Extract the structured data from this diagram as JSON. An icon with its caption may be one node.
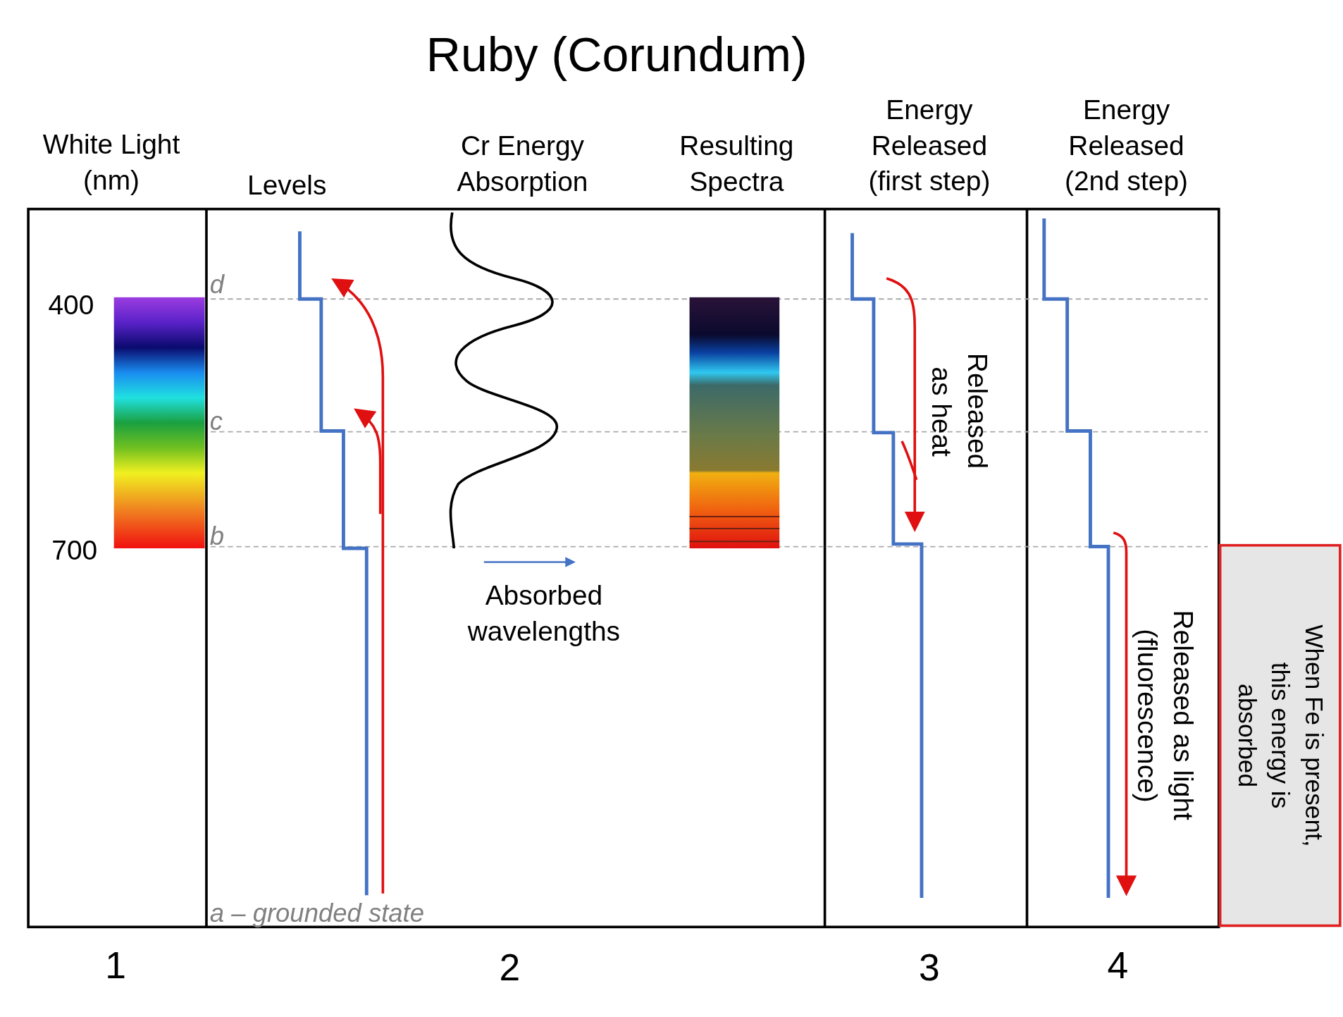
{
  "diagram": {
    "title": "Ruby (Corundum)",
    "nodes": [
      {
        "text": [
          "When Fe is present, this energy is absorbed"
        ]
      }
    ],
    "labels": [
      "White Light (nm)",
      "Levels",
      "Cr Energy Absorption",
      "Resulting Spectra",
      "Energy Released (first step)",
      "Energy Released (2nd step)",
      "400",
      "700",
      "d",
      "c",
      "b",
      "a – grounded state",
      "Absorbed wavelengths",
      "Released as heat",
      "Released as light (fluorescence)",
      "1",
      "2",
      "3",
      "4"
    ]
  }
}
